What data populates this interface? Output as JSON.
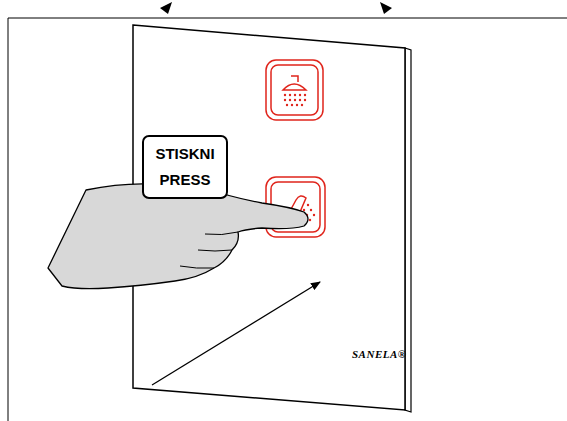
{
  "diagram": {
    "nodes": [
      {
        "text": [
          "STISKNI",
          "PRESS"
        ]
      }
    ],
    "labels": [
      "SANELA®"
    ]
  }
}
